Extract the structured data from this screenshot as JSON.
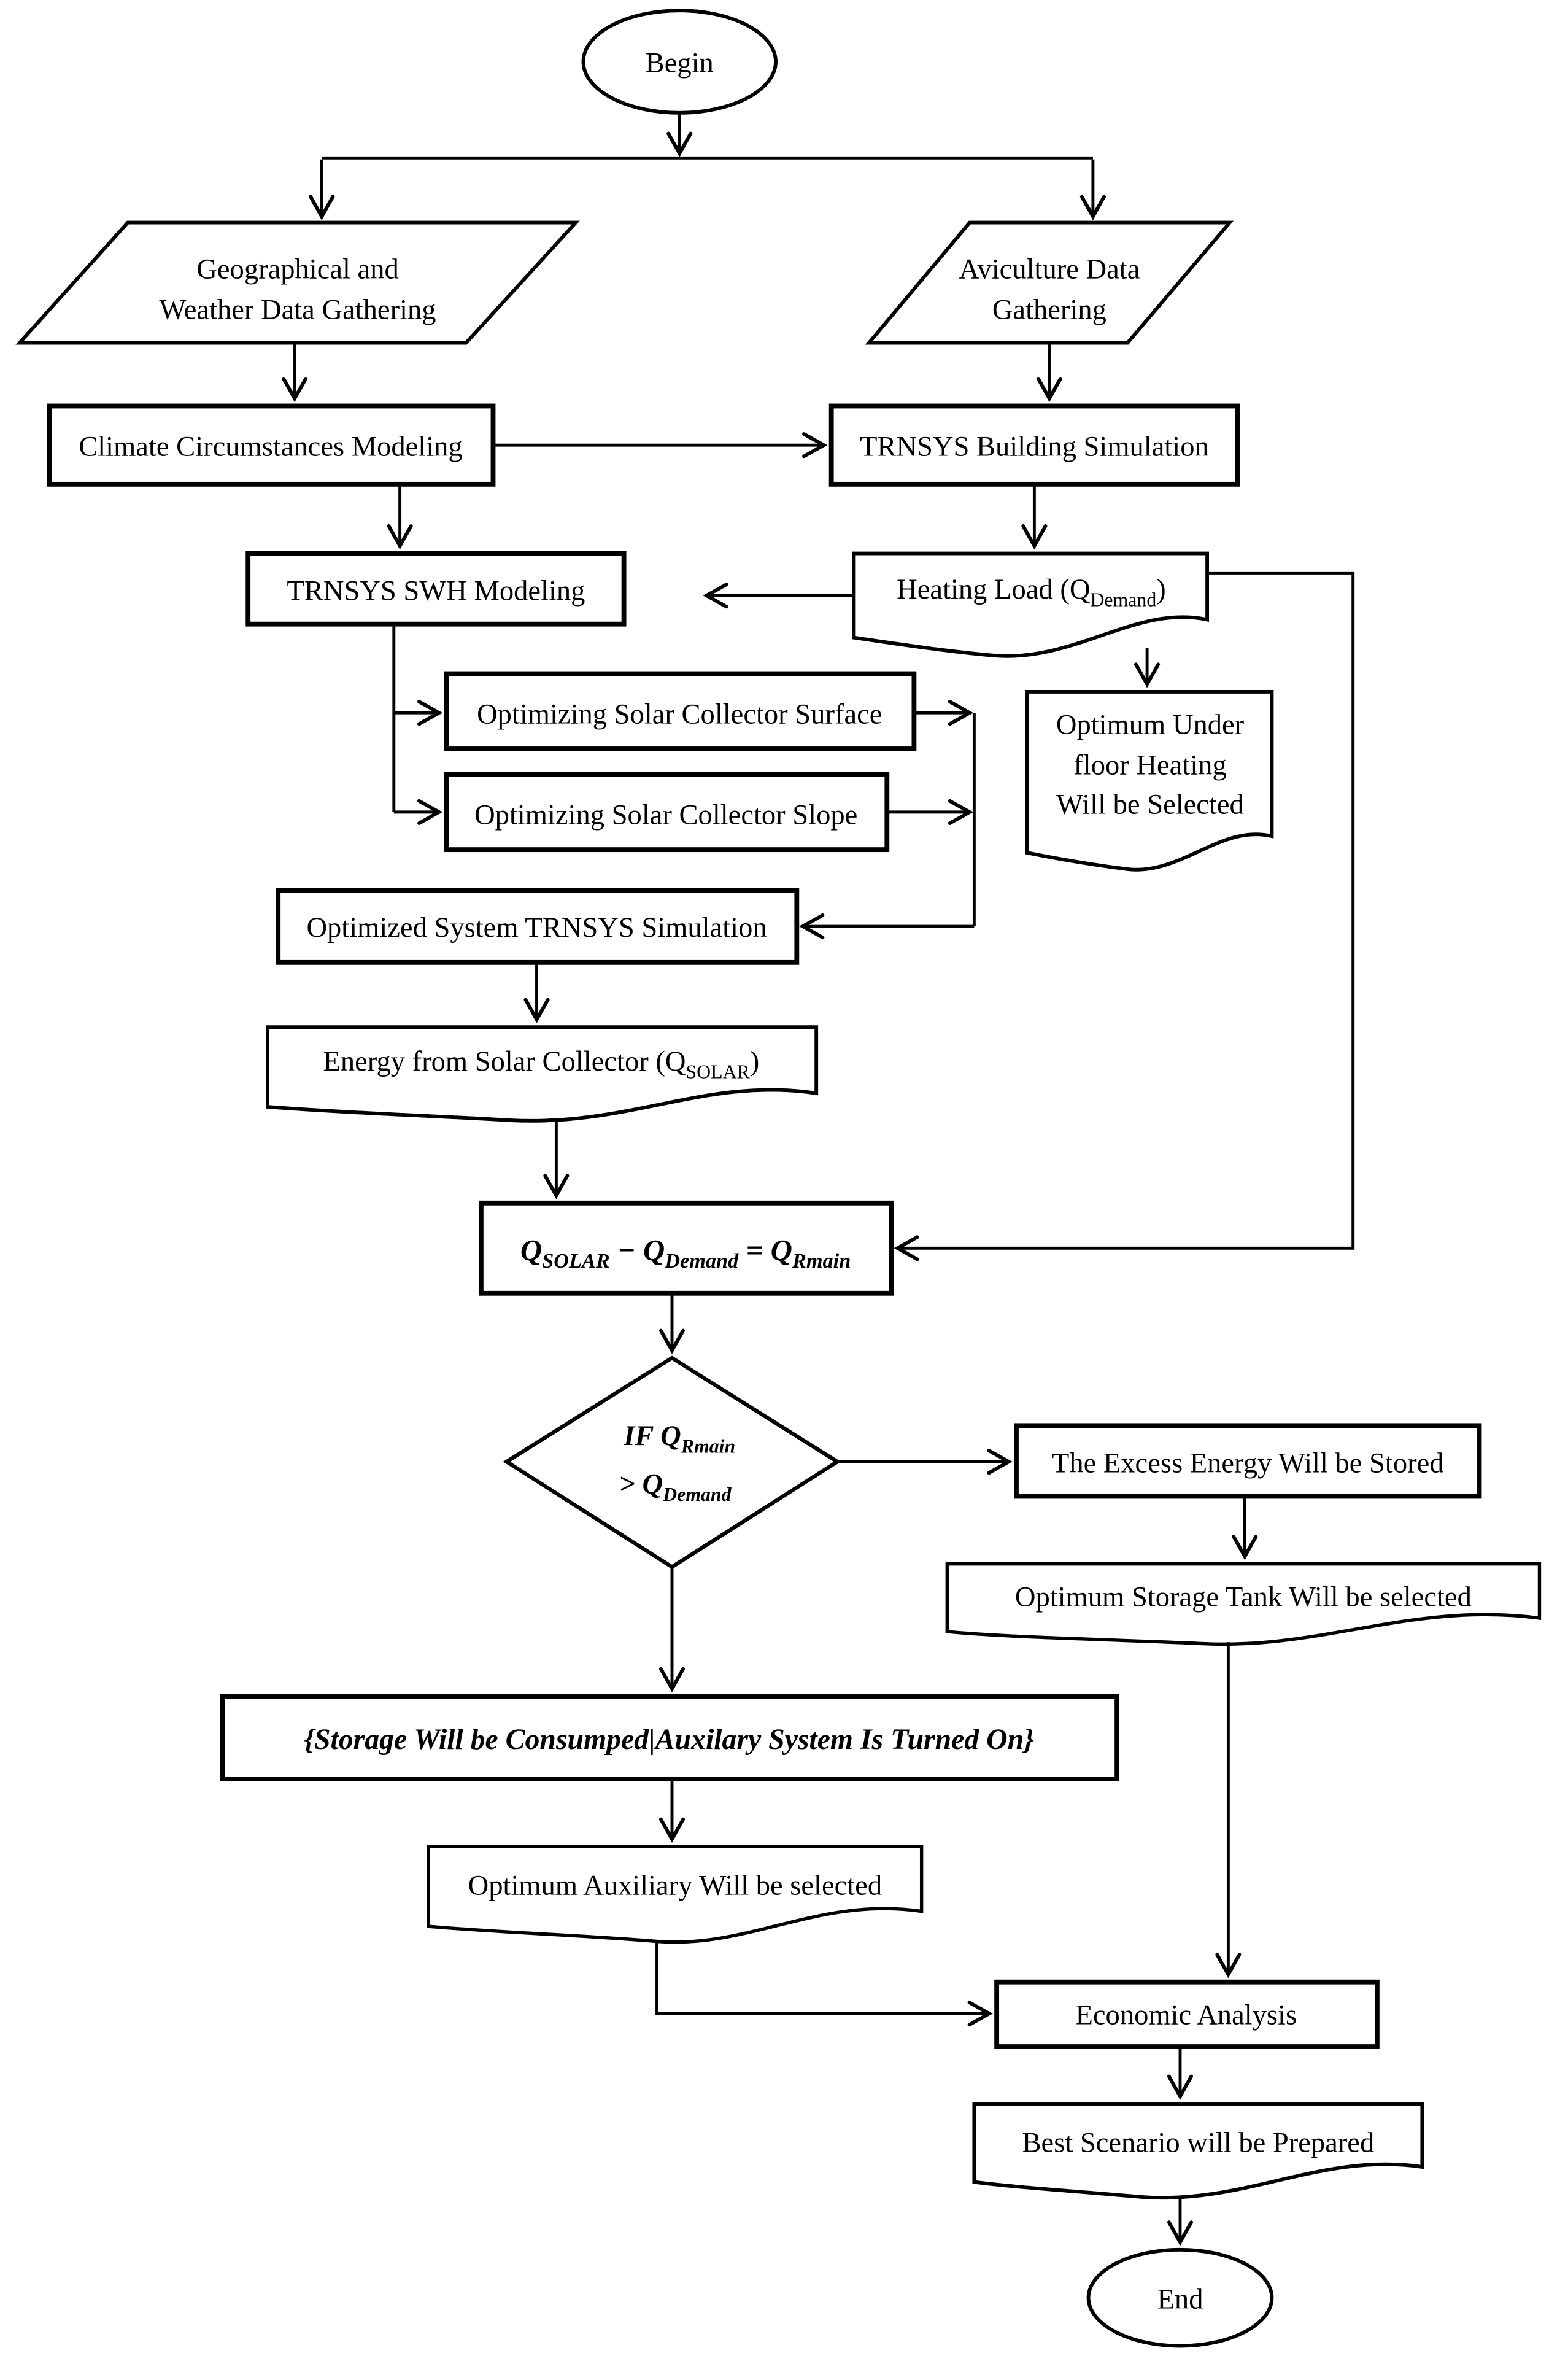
{
  "colors": {
    "ink": "#000000",
    "paper": "#ffffff"
  },
  "nodes": {
    "begin": {
      "label": "Begin",
      "type": "terminator"
    },
    "geo": {
      "line1": "Geographical and",
      "line2": "Weather Data Gathering",
      "type": "data-input"
    },
    "aviculture": {
      "line1": "Aviculture Data",
      "line2": "Gathering",
      "type": "data-input"
    },
    "climate": {
      "label": "Climate Circumstances Modeling",
      "type": "process"
    },
    "building": {
      "label": "TRNSYS Building Simulation",
      "type": "process"
    },
    "swh": {
      "label": "TRNSYS SWH Modeling",
      "type": "process"
    },
    "heating": {
      "t1": "Heating Load (Q",
      "s1": "Demand",
      "t2": ")",
      "type": "document"
    },
    "underfloor": {
      "line1": "Optimum Under",
      "line2": "floor Heating",
      "line3": "Will be Selected",
      "type": "document"
    },
    "surface": {
      "label": "Optimizing Solar Collector Surface",
      "type": "process"
    },
    "slope": {
      "label": "Optimizing Solar Collector Slope",
      "type": "process"
    },
    "optimized": {
      "label": "Optimized System TRNSYS Simulation",
      "type": "process"
    },
    "energy": {
      "t1": "Energy from Solar Collector (Q",
      "s1": "SOLAR",
      "t2": ")",
      "type": "document"
    },
    "equation": {
      "t1": "Q",
      "s1": "SOLAR",
      "t2": " − Q",
      "s2": "Demand",
      "t3": " = Q",
      "s3": "Rmain",
      "type": "process"
    },
    "decision": {
      "l1t1": "IF Q",
      "l1s1": "Rmain",
      "l2t1": "> Q",
      "l2s1": "Demand",
      "type": "decision"
    },
    "excess": {
      "label": "The Excess Energy Will be Stored",
      "type": "process"
    },
    "storage": {
      "label": "Optimum Storage Tank Will be selected",
      "type": "document"
    },
    "consumed": {
      "label": "{Storage Will be Consumped|Auxilary System Is Turned On}",
      "type": "process"
    },
    "auxiliary": {
      "label": "Optimum Auxiliary Will be selected",
      "type": "document"
    },
    "economic": {
      "label": "Economic Analysis",
      "type": "process"
    },
    "best": {
      "label": "Best Scenario will be Prepared",
      "type": "document"
    },
    "end": {
      "label": "End",
      "type": "terminator"
    }
  }
}
